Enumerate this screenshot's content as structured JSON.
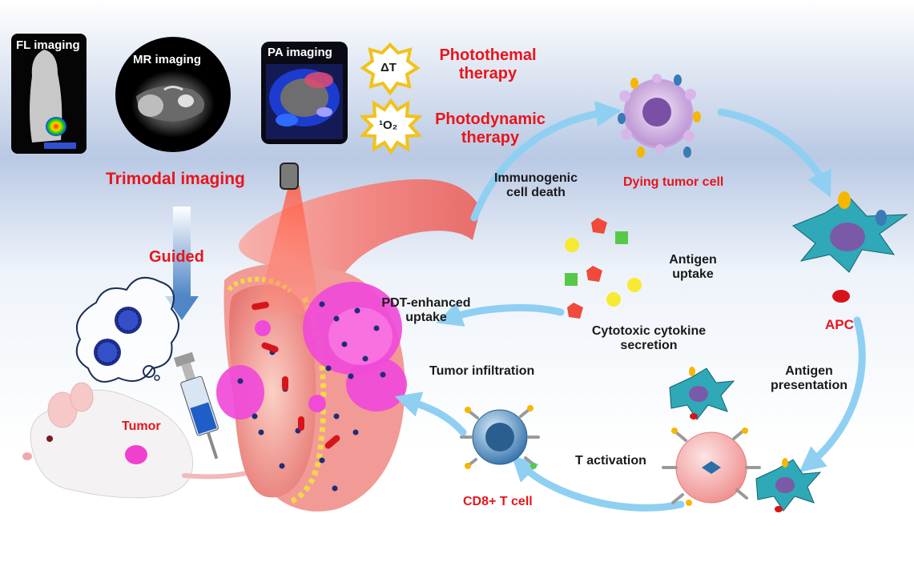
{
  "imaging": {
    "fl": "FL imaging",
    "mr": "MR   imaging",
    "pa": "PA imaging"
  },
  "therapy": {
    "delta_t": "ΔT",
    "singlet_oxygen": "¹O₂",
    "photothermal": "Photothemal\ntherapy",
    "photodynamic": "Photodynamic\ntherapy"
  },
  "labels": {
    "trimodal": "Trimodal imaging",
    "guided": "Guided",
    "tumor": "Tumor",
    "immunogenic": "Immunogenic\ncell death",
    "dying": "Dying tumor cell",
    "antigen_uptake": "Antigen\nuptake",
    "pdt": "PDT-enhanced\nuptake",
    "cytokine": "Cytotoxic cytokine\nsecretion",
    "infiltration": "Tumor infiltration",
    "apc": "APC",
    "presentation": "Antigen\npresentation",
    "t_activation": "T activation",
    "cd8": "CD8+ T cell"
  },
  "colors": {
    "accent_red": "#e8151b",
    "arrow_blue": "#8fd0f2",
    "vessel": "#f39a9a",
    "tumor_pink": "#f04ad8"
  }
}
